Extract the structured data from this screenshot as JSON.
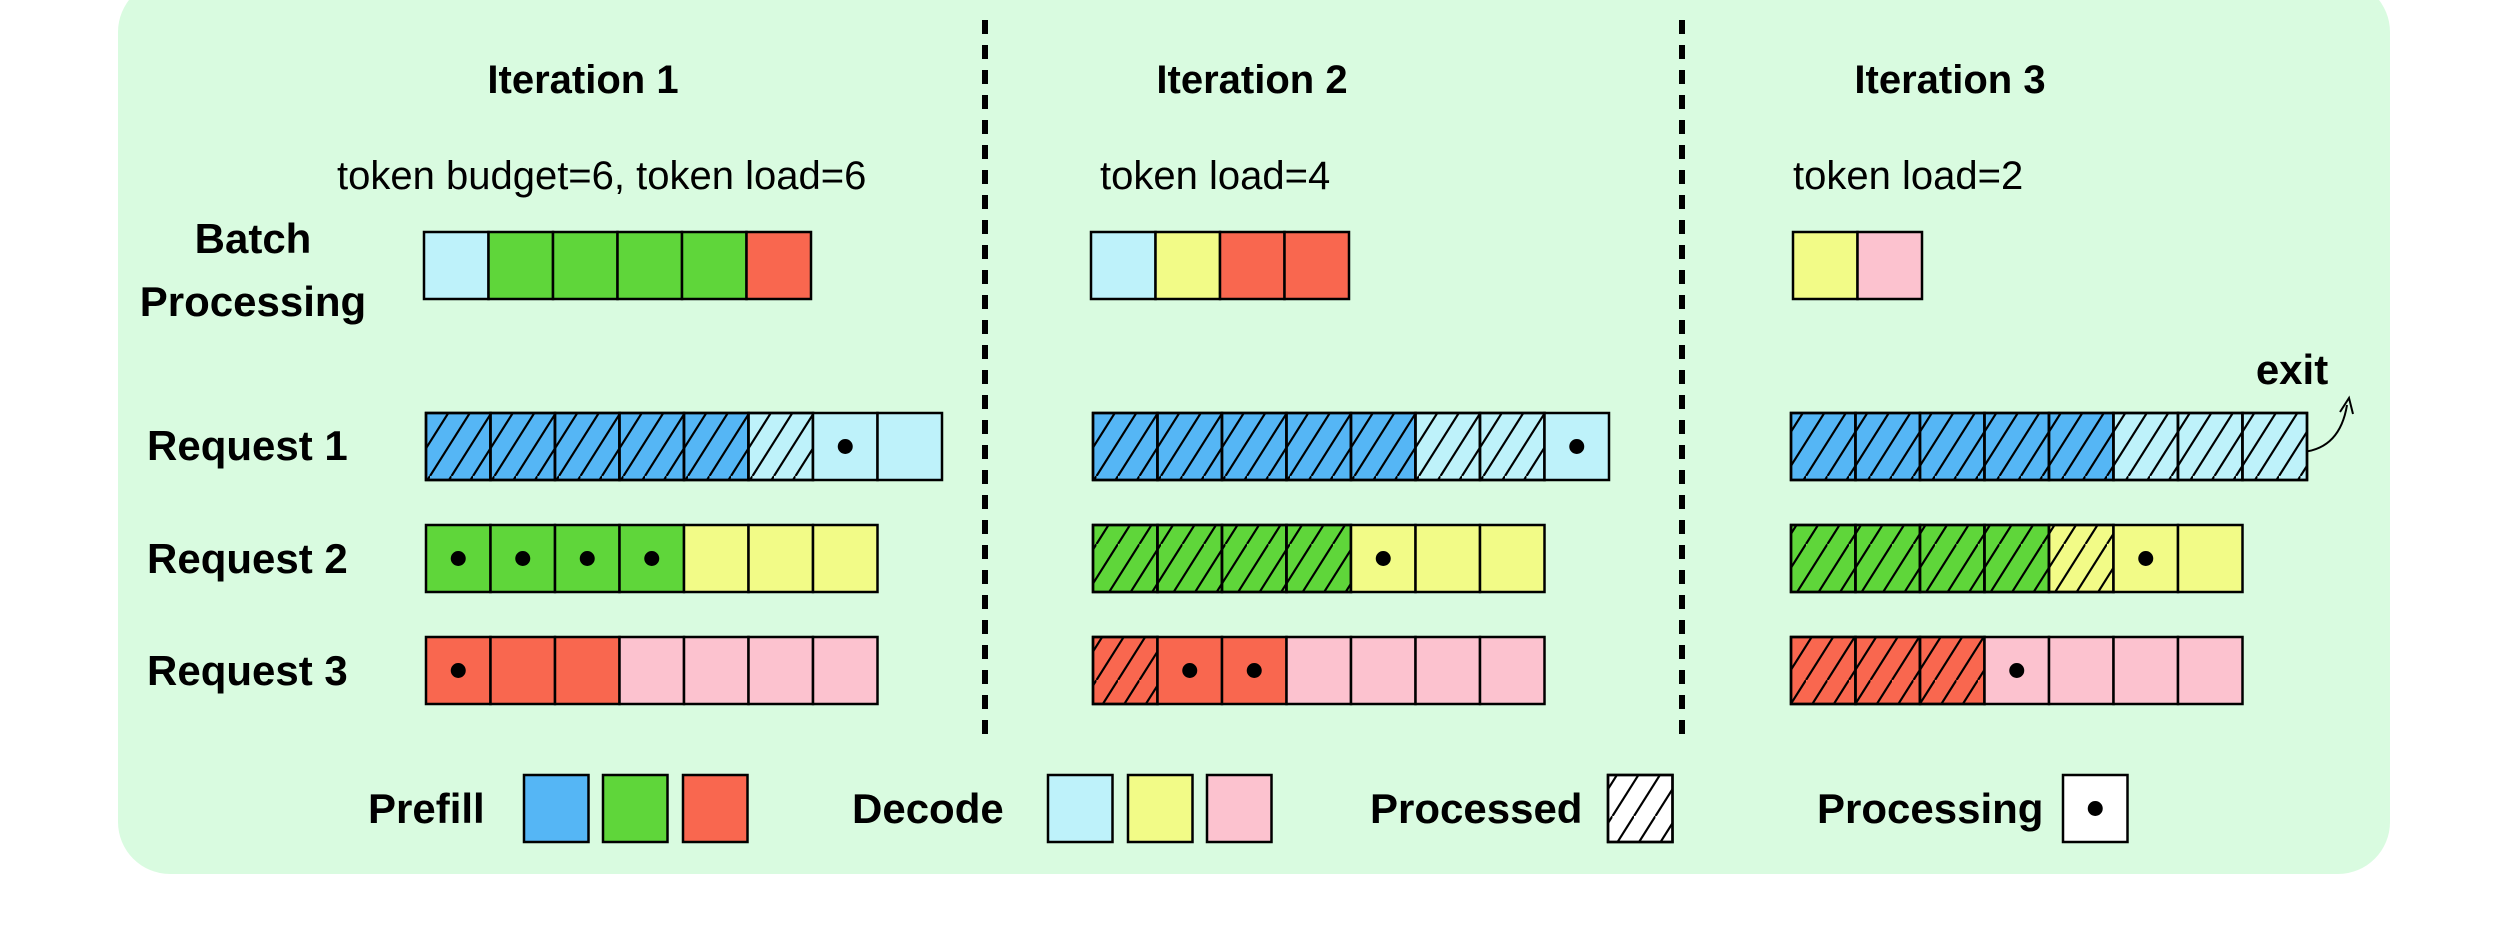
{
  "colors": {
    "background": "#d9fbe0",
    "prefill_request_1": "#55b6f5",
    "prefill_request_2": "#5fd63a",
    "prefill_request_3": "#f9674f",
    "decode_request_1": "#bef2fa",
    "decode_request_2": "#f2fb87",
    "decode_request_3": "#fcc2cf"
  },
  "row_labels": {
    "batch": [
      "Batch",
      "Processing"
    ],
    "requests": [
      "Request 1",
      "Request 2",
      "Request 3"
    ]
  },
  "iterations": [
    {
      "title": "Iteration 1",
      "info": "token budget=6, token load=6",
      "batch": [
        "decode_request_1",
        "prefill_request_2",
        "prefill_request_2",
        "prefill_request_2",
        "prefill_request_2",
        "prefill_request_3"
      ],
      "requests": [
        {
          "cells": [
            {
              "fill": "prefill_request_1",
              "state": "processed"
            },
            {
              "fill": "prefill_request_1",
              "state": "processed"
            },
            {
              "fill": "prefill_request_1",
              "state": "processed"
            },
            {
              "fill": "prefill_request_1",
              "state": "processed"
            },
            {
              "fill": "prefill_request_1",
              "state": "processed"
            },
            {
              "fill": "decode_request_1",
              "state": "processed"
            },
            {
              "fill": "decode_request_1",
              "state": "processing"
            },
            {
              "fill": "decode_request_1",
              "state": "pending"
            }
          ]
        },
        {
          "cells": [
            {
              "fill": "prefill_request_2",
              "state": "processing"
            },
            {
              "fill": "prefill_request_2",
              "state": "processing"
            },
            {
              "fill": "prefill_request_2",
              "state": "processing"
            },
            {
              "fill": "prefill_request_2",
              "state": "processing"
            },
            {
              "fill": "decode_request_2",
              "state": "pending"
            },
            {
              "fill": "decode_request_2",
              "state": "pending"
            },
            {
              "fill": "decode_request_2",
              "state": "pending"
            }
          ]
        },
        {
          "cells": [
            {
              "fill": "prefill_request_3",
              "state": "processing"
            },
            {
              "fill": "prefill_request_3",
              "state": "pending"
            },
            {
              "fill": "prefill_request_3",
              "state": "pending"
            },
            {
              "fill": "decode_request_3",
              "state": "pending"
            },
            {
              "fill": "decode_request_3",
              "state": "pending"
            },
            {
              "fill": "decode_request_3",
              "state": "pending"
            },
            {
              "fill": "decode_request_3",
              "state": "pending"
            }
          ]
        }
      ]
    },
    {
      "title": "Iteration 2",
      "info": "token load=4",
      "batch": [
        "decode_request_1",
        "decode_request_2",
        "prefill_request_3",
        "prefill_request_3"
      ],
      "requests": [
        {
          "cells": [
            {
              "fill": "prefill_request_1",
              "state": "processed"
            },
            {
              "fill": "prefill_request_1",
              "state": "processed"
            },
            {
              "fill": "prefill_request_1",
              "state": "processed"
            },
            {
              "fill": "prefill_request_1",
              "state": "processed"
            },
            {
              "fill": "prefill_request_1",
              "state": "processed"
            },
            {
              "fill": "decode_request_1",
              "state": "processed"
            },
            {
              "fill": "decode_request_1",
              "state": "processed"
            },
            {
              "fill": "decode_request_1",
              "state": "processing"
            }
          ]
        },
        {
          "cells": [
            {
              "fill": "prefill_request_2",
              "state": "processed"
            },
            {
              "fill": "prefill_request_2",
              "state": "processed"
            },
            {
              "fill": "prefill_request_2",
              "state": "processed"
            },
            {
              "fill": "prefill_request_2",
              "state": "processed"
            },
            {
              "fill": "decode_request_2",
              "state": "processing"
            },
            {
              "fill": "decode_request_2",
              "state": "pending"
            },
            {
              "fill": "decode_request_2",
              "state": "pending"
            }
          ]
        },
        {
          "cells": [
            {
              "fill": "prefill_request_3",
              "state": "processed"
            },
            {
              "fill": "prefill_request_3",
              "state": "processing"
            },
            {
              "fill": "prefill_request_3",
              "state": "processing"
            },
            {
              "fill": "decode_request_3",
              "state": "pending"
            },
            {
              "fill": "decode_request_3",
              "state": "pending"
            },
            {
              "fill": "decode_request_3",
              "state": "pending"
            },
            {
              "fill": "decode_request_3",
              "state": "pending"
            }
          ]
        }
      ]
    },
    {
      "title": "Iteration 3",
      "info": "token load=2",
      "exit_label": "exit",
      "batch": [
        "decode_request_2",
        "decode_request_3"
      ],
      "requests": [
        {
          "cells": [
            {
              "fill": "prefill_request_1",
              "state": "processed"
            },
            {
              "fill": "prefill_request_1",
              "state": "processed"
            },
            {
              "fill": "prefill_request_1",
              "state": "processed"
            },
            {
              "fill": "prefill_request_1",
              "state": "processed"
            },
            {
              "fill": "prefill_request_1",
              "state": "processed"
            },
            {
              "fill": "decode_request_1",
              "state": "processed"
            },
            {
              "fill": "decode_request_1",
              "state": "processed"
            },
            {
              "fill": "decode_request_1",
              "state": "processed"
            }
          ]
        },
        {
          "cells": [
            {
              "fill": "prefill_request_2",
              "state": "processed"
            },
            {
              "fill": "prefill_request_2",
              "state": "processed"
            },
            {
              "fill": "prefill_request_2",
              "state": "processed"
            },
            {
              "fill": "prefill_request_2",
              "state": "processed"
            },
            {
              "fill": "decode_request_2",
              "state": "processed"
            },
            {
              "fill": "decode_request_2",
              "state": "processing"
            },
            {
              "fill": "decode_request_2",
              "state": "pending"
            }
          ]
        },
        {
          "cells": [
            {
              "fill": "prefill_request_3",
              "state": "processed"
            },
            {
              "fill": "prefill_request_3",
              "state": "processed"
            },
            {
              "fill": "prefill_request_3",
              "state": "processed"
            },
            {
              "fill": "decode_request_3",
              "state": "processing"
            },
            {
              "fill": "decode_request_3",
              "state": "pending"
            },
            {
              "fill": "decode_request_3",
              "state": "pending"
            },
            {
              "fill": "decode_request_3",
              "state": "pending"
            }
          ]
        }
      ]
    }
  ],
  "legend": {
    "prefill": {
      "label": "Prefill",
      "swatches": [
        "prefill_request_1",
        "prefill_request_2",
        "prefill_request_3"
      ]
    },
    "decode": {
      "label": "Decode",
      "swatches": [
        "decode_request_1",
        "decode_request_2",
        "decode_request_3"
      ]
    },
    "processed": {
      "label": "Processed"
    },
    "processing": {
      "label": "Processing"
    }
  }
}
